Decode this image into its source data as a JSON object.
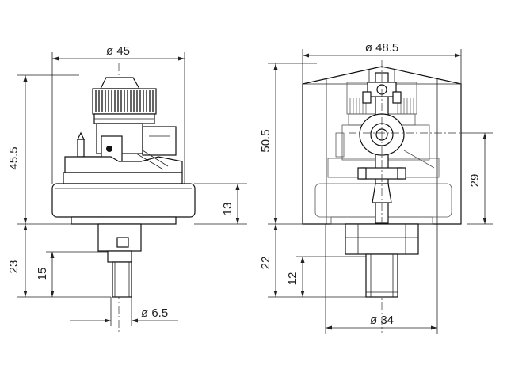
{
  "left_view": {
    "dim_top_diameter": "ø 45",
    "dim_total_height": "45.5",
    "dim_housing_height": "13",
    "dim_stem_length": "23",
    "dim_stem_thread": "15",
    "dim_stem_diameter": "ø 6.5"
  },
  "right_view": {
    "dim_top_diameter": "ø 48.5",
    "dim_total_height": "50.5",
    "dim_center_height": "29",
    "dim_stem_length": "22",
    "dim_stem_thread": "12",
    "dim_bottom_diameter": "ø 34"
  }
}
